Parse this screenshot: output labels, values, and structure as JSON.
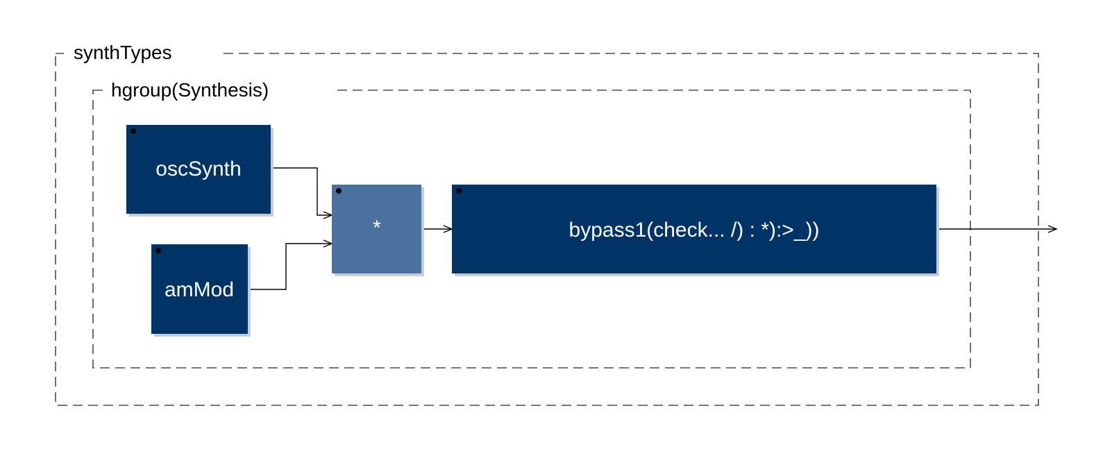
{
  "groups": {
    "outer": {
      "label": "synthTypes"
    },
    "inner": {
      "label": "hgroup(Synthesis)"
    }
  },
  "blocks": {
    "osc_synth": {
      "label": "oscSynth",
      "kind": "function"
    },
    "am_mod": {
      "label": "amMod",
      "kind": "function"
    },
    "multiply": {
      "label": "*",
      "kind": "primitive"
    },
    "bypass": {
      "label": "bypass1(check... /) : *):>_))",
      "kind": "function"
    }
  },
  "colors": {
    "function_block": "#003366",
    "primitive_block": "#4b719f",
    "shadow": "#c8ccd3",
    "frame": "#4a4a4a",
    "wire": "#000000"
  }
}
